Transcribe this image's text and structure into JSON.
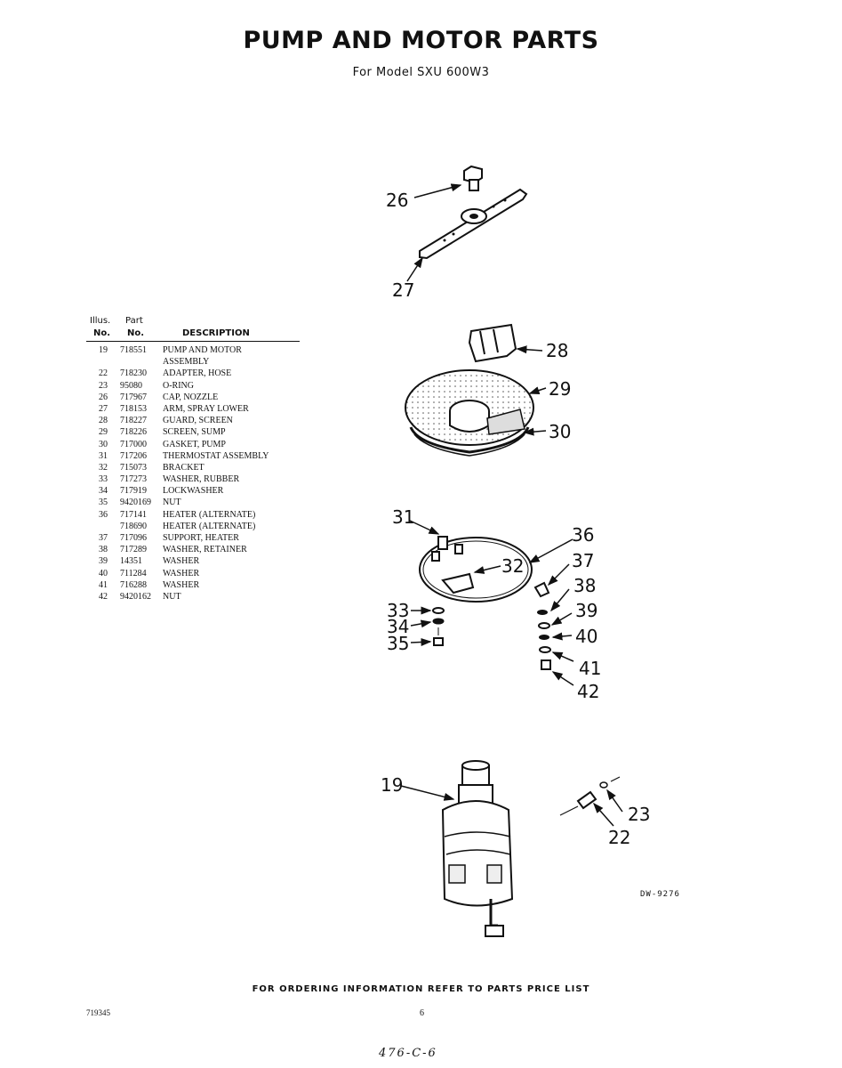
{
  "page": {
    "title": "PUMP AND MOTOR PARTS",
    "subtitle": "For Model SXU 600W3"
  },
  "table": {
    "header_row1": [
      "Illus.",
      "Part"
    ],
    "header_row2": [
      "No.",
      "No.",
      "DESCRIPTION"
    ],
    "rows": [
      {
        "no": "19",
        "part": "718551",
        "desc": "PUMP AND MOTOR"
      },
      {
        "no": "",
        "part": "",
        "desc": "ASSEMBLY"
      },
      {
        "no": "22",
        "part": "718230",
        "desc": "ADAPTER, HOSE"
      },
      {
        "no": "23",
        "part": "95080",
        "desc": "O-RING"
      },
      {
        "no": "26",
        "part": "717967",
        "desc": "CAP, NOZZLE"
      },
      {
        "no": "27",
        "part": "718153",
        "desc": "ARM, SPRAY LOWER"
      },
      {
        "no": "28",
        "part": "718227",
        "desc": "GUARD, SCREEN"
      },
      {
        "no": "29",
        "part": "718226",
        "desc": "SCREEN, SUMP"
      },
      {
        "no": "30",
        "part": "717000",
        "desc": "GASKET, PUMP"
      },
      {
        "no": "31",
        "part": "717206",
        "desc": "THERMOSTAT ASSEMBLY"
      },
      {
        "no": "32",
        "part": "715073",
        "desc": "BRACKET"
      },
      {
        "no": "33",
        "part": "717273",
        "desc": "WASHER, RUBBER"
      },
      {
        "no": "34",
        "part": "717919",
        "desc": "LOCKWASHER"
      },
      {
        "no": "35",
        "part": "9420169",
        "desc": "NUT"
      },
      {
        "no": "36",
        "part": "717141",
        "desc": "HEATER (ALTERNATE)"
      },
      {
        "no": "",
        "part": "718690",
        "desc": "HEATER (ALTERNATE)"
      },
      {
        "no": "37",
        "part": "717096",
        "desc": "SUPPORT, HEATER"
      },
      {
        "no": "38",
        "part": "717289",
        "desc": "WASHER, RETAINER"
      },
      {
        "no": "39",
        "part": "14351",
        "desc": "WASHER"
      },
      {
        "no": "40",
        "part": "711284",
        "desc": "WASHER"
      },
      {
        "no": "41",
        "part": "716288",
        "desc": "WASHER"
      },
      {
        "no": "42",
        "part": "9420162",
        "desc": "NUT"
      }
    ]
  },
  "callouts": {
    "c26": "26",
    "c27": "27",
    "c28": "28",
    "c29": "29",
    "c30": "30",
    "c31": "31",
    "c32": "32",
    "c33": "33",
    "c34": "34",
    "c35": "35",
    "c36": "36",
    "c37": "37",
    "c38": "38",
    "c39": "39",
    "c40": "40",
    "c41": "41",
    "c42": "42",
    "c19": "19",
    "c22": "22",
    "c23": "23"
  },
  "drawing_number": "DW-9276",
  "footer_note": "FOR ORDERING INFORMATION REFER TO PARTS PRICE LIST",
  "doc_number": "719345",
  "page_number": "6",
  "handwritten_note": "476-C-6"
}
